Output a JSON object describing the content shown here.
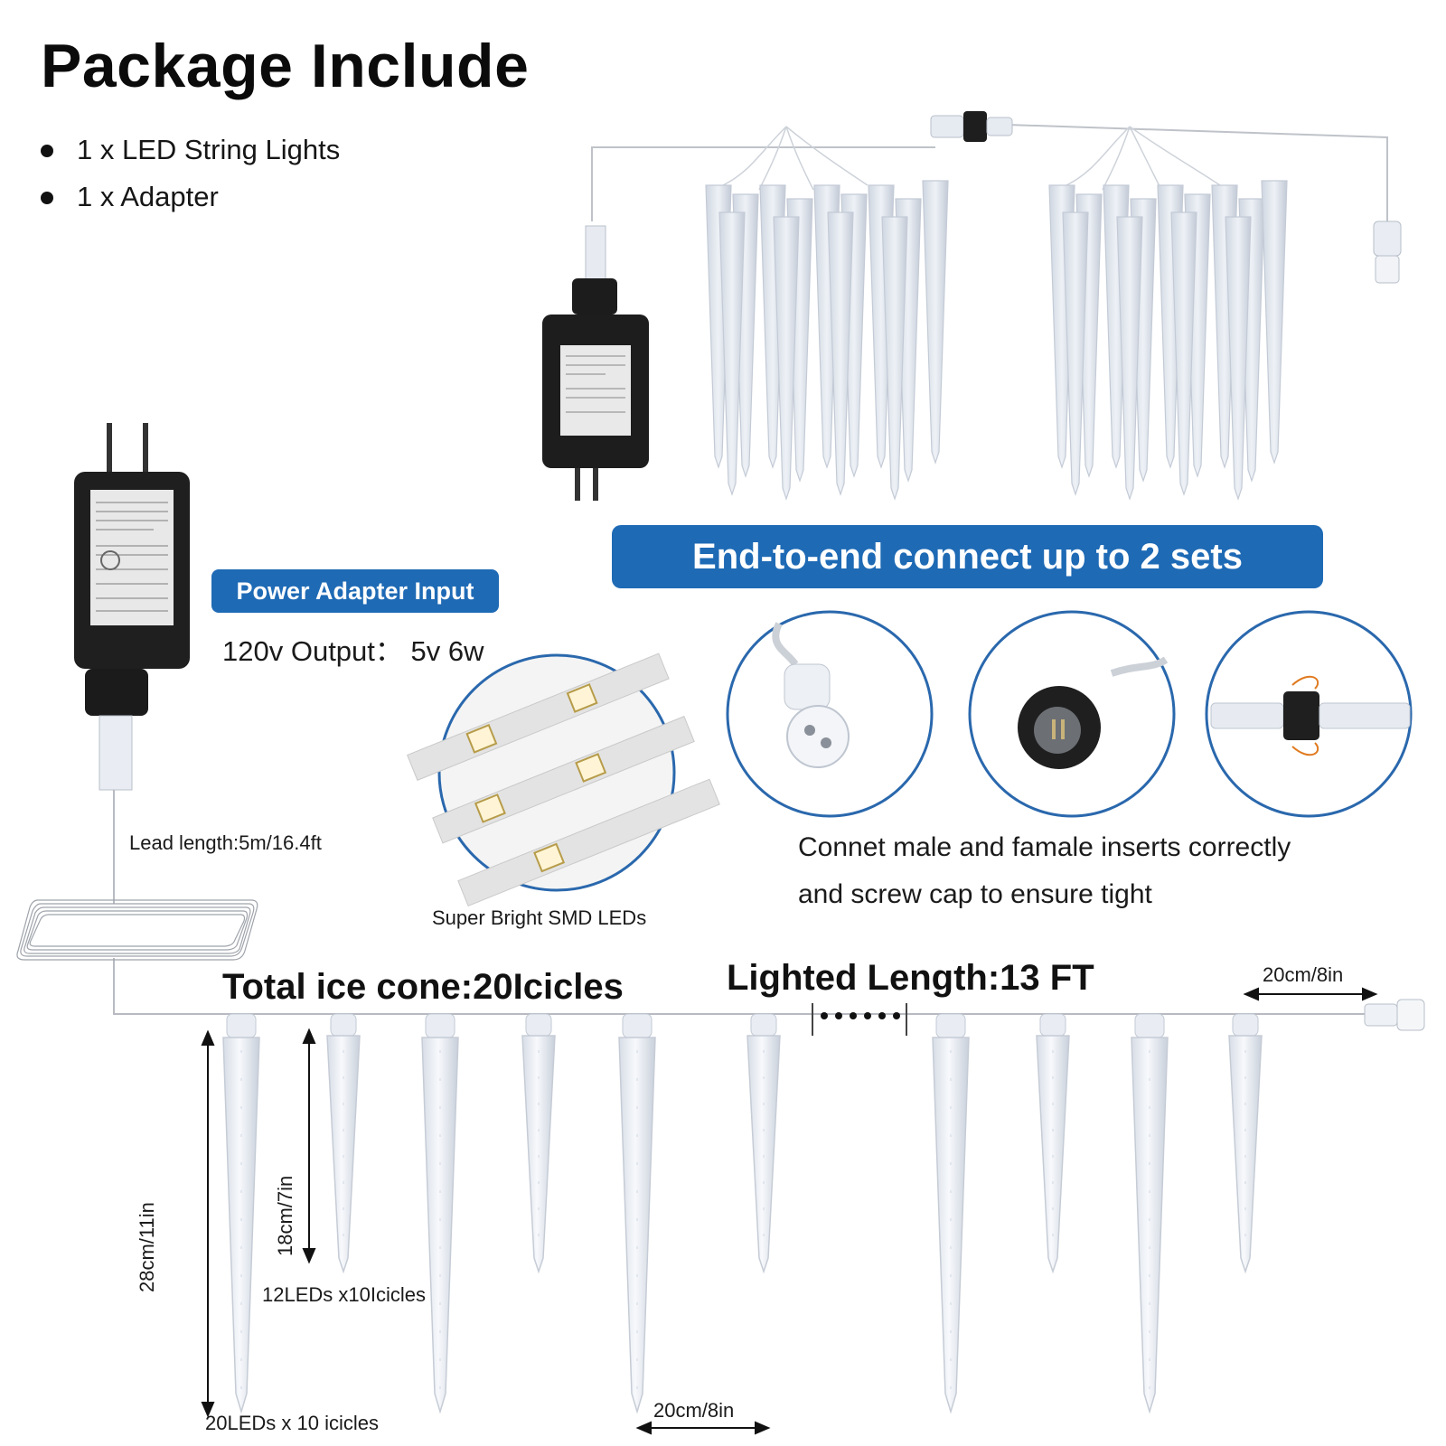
{
  "title": "Package Include",
  "package_items": [
    "1 x LED String Lights",
    "1 x Adapter"
  ],
  "adapter": {
    "badge": "Power Adapter Input",
    "spec": "120v Output： 5v 6w",
    "lead_length": "Lead length:5m/16.4ft"
  },
  "connect": {
    "banner": "End-to-end connect up to 2 sets",
    "note_line1": "Connet male and famale inserts correctly",
    "note_line2": "and screw cap to ensure tight"
  },
  "leds_caption": "Super Bright SMD LEDs",
  "icicles": {
    "total": "Total ice cone:20Icicles",
    "lighted_length": "Lighted Length:13 FT",
    "end_spacing": "20cm/8in",
    "spacing": "20cm/8in",
    "long_height": "28cm/11in",
    "short_height": "18cm/7in",
    "long_count": "20LEDs x 10 icicles",
    "short_count": "12LEDs x10Icicles"
  },
  "colors": {
    "accent": "#1e6ab5",
    "circle_stroke": "#2a68ad",
    "wire": "#b9bcc2"
  }
}
